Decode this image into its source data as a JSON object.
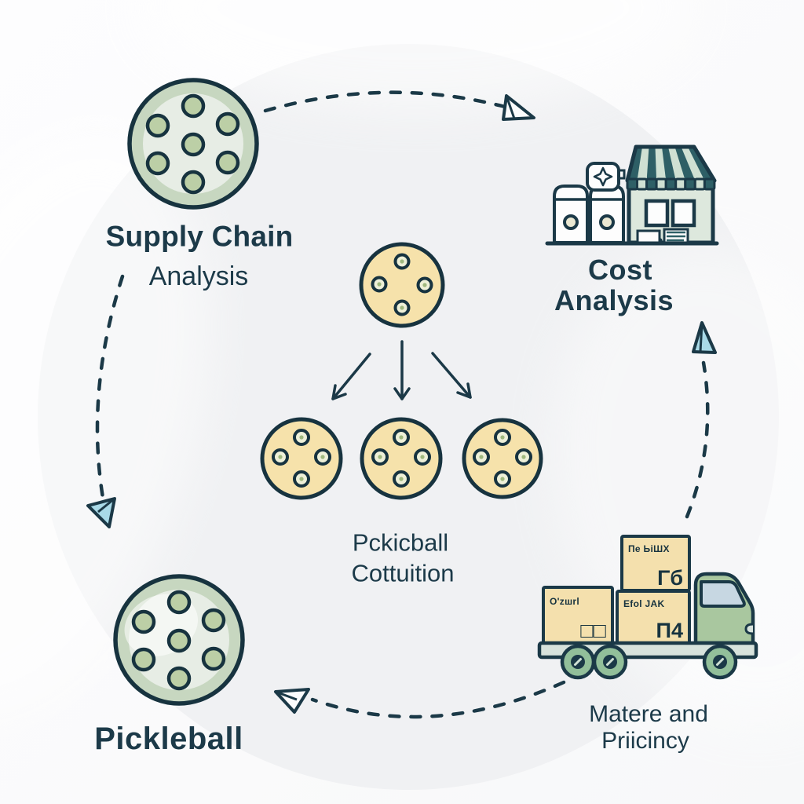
{
  "labels": {
    "supply_chain": {
      "line1": "Supply Chain",
      "line2": "Analysis"
    },
    "cost_analysis": {
      "line1": "Cost",
      "line2": "Analysis"
    },
    "distribution": {
      "line1": "Pckicball",
      "line2": "Cottuition"
    },
    "materials": {
      "line1": "Matere and",
      "line2": "Priicincy"
    },
    "pickleball": {
      "line1": "Pickleball"
    }
  },
  "truck_boxes": [
    {
      "label": "Пе ЬіШХ",
      "symbol": "Γб"
    },
    {
      "label": "O'zшrl",
      "symbol": "□□"
    },
    {
      "label": "Efol JAK",
      "symbol": "Π4"
    }
  ],
  "icons": {
    "supply_ball": "green-pickleball-7-holes-icon",
    "final_ball": "green-pickleball-7-holes-icon",
    "source_ball": "yellow-pickleball-4-holes-icon",
    "product_balls": "three-yellow-pickleballs-icon",
    "storefront": "shop-striped-awning-icon",
    "canisters": "two-white-canisters-icon",
    "price_tag": "tag-with-star-icon",
    "truck": "delivery-truck-with-boxes-icon",
    "arrowheads": "paper-plane-arrowhead-icon",
    "connectors": "dashed-arc"
  },
  "palette": {
    "ink": "#1b3947",
    "text": "#1c3a49",
    "ball_green_rim": "#c7d7c0",
    "ball_green_face": "#e7ede5",
    "hole_green": "#bccfa6",
    "ball_yellow": "#f6e2ab",
    "hole_yellow_face": "#eef0d8",
    "plane_blue": "#a9dae8",
    "awning_teal": "#2e5f66",
    "awning_light": "#cfe0d3",
    "store_wall": "#dde8dd",
    "truck_cab_green": "#a9c79f",
    "truck_window_blue": "#c7d7e2",
    "wheel_green": "#92bf9a",
    "box_tan": "#f4e0ad",
    "bg_circle": "#f0f1f3"
  }
}
